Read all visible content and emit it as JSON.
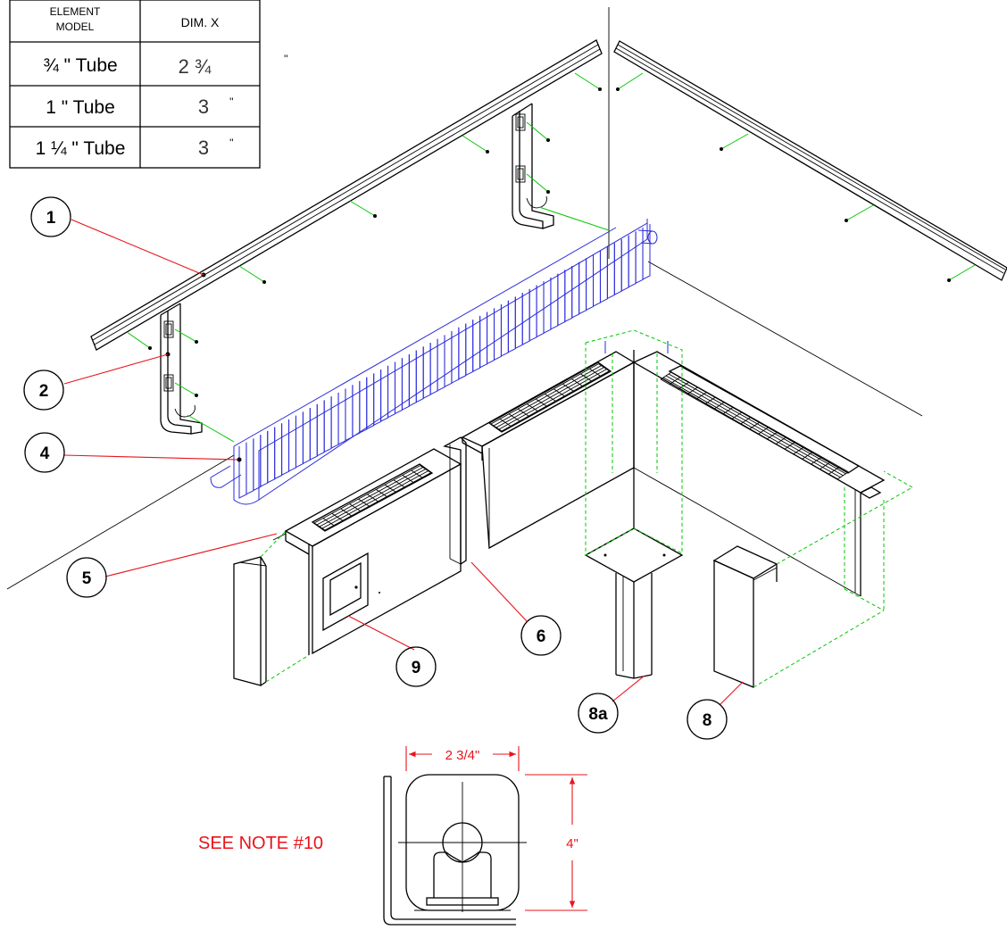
{
  "table": {
    "header_model": [
      "ELEMENT",
      "MODEL"
    ],
    "header_dim": "DIM. X",
    "rows": [
      {
        "model": "¾ \" Tube",
        "dim": "2 ¾",
        "dim_mark": "''"
      },
      {
        "model": "1 \" Tube",
        "dim": "3",
        "dim_mark": "''"
      },
      {
        "model": "1 ¼ \" Tube",
        "dim": "3",
        "dim_mark": "''"
      }
    ]
  },
  "callouts": [
    "1",
    "2",
    "4",
    "5",
    "6",
    "9",
    "8a",
    "8"
  ],
  "detail": {
    "note": "SEE NOTE #10",
    "width_label": "2 3/4\"",
    "height_label": "4\""
  },
  "colors": {
    "line": "#000000",
    "green": "#00c800",
    "blue": "#2a2adc",
    "red": "#e8141b"
  }
}
